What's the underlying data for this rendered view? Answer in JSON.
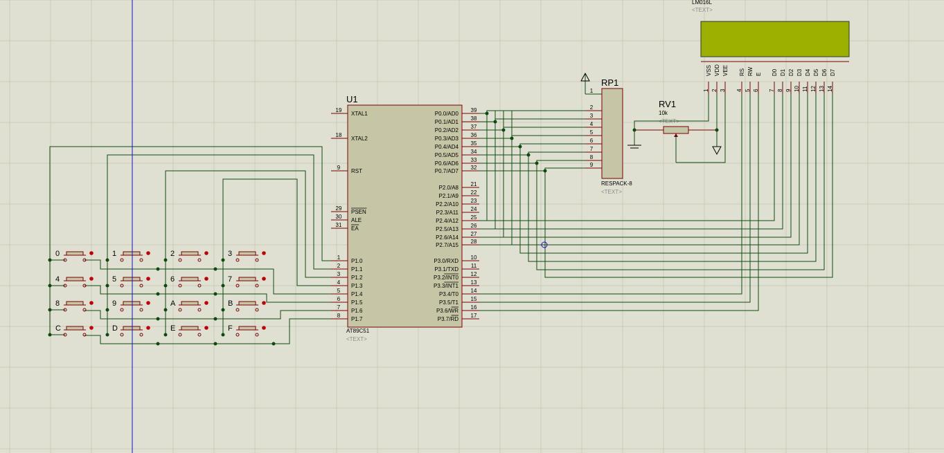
{
  "u1": {
    "ref": "U1",
    "part": "AT89C51",
    "text": "<TEXT>",
    "left_pins": [
      {
        "num": "19",
        "name": "XTAL1"
      },
      {
        "num": "18",
        "name": "XTAL2"
      },
      {
        "num": "9",
        "name": "RST"
      },
      {
        "num": "29",
        "name": "PSEN",
        "overbar": true
      },
      {
        "num": "30",
        "name": "ALE"
      },
      {
        "num": "31",
        "name": "EA",
        "overbar": true
      },
      {
        "num": "1",
        "name": "P1.0"
      },
      {
        "num": "2",
        "name": "P1.1"
      },
      {
        "num": "3",
        "name": "P1.2"
      },
      {
        "num": "4",
        "name": "P1.3"
      },
      {
        "num": "5",
        "name": "P1.4"
      },
      {
        "num": "6",
        "name": "P1.5"
      },
      {
        "num": "7",
        "name": "P1.6"
      },
      {
        "num": "8",
        "name": "P1.7"
      }
    ],
    "right_pins": [
      {
        "num": "39",
        "name": "P0.0/AD0"
      },
      {
        "num": "38",
        "name": "P0.1/AD1"
      },
      {
        "num": "37",
        "name": "P0.2/AD2"
      },
      {
        "num": "36",
        "name": "P0.3/AD3"
      },
      {
        "num": "35",
        "name": "P0.4/AD4"
      },
      {
        "num": "34",
        "name": "P0.5/AD5"
      },
      {
        "num": "33",
        "name": "P0.6/AD6"
      },
      {
        "num": "32",
        "name": "P0.7/AD7"
      },
      {
        "num": "21",
        "name": "P2.0/A8"
      },
      {
        "num": "22",
        "name": "P2.1/A9"
      },
      {
        "num": "23",
        "name": "P2.2/A10"
      },
      {
        "num": "24",
        "name": "P2.3/A11"
      },
      {
        "num": "25",
        "name": "P2.4/A12"
      },
      {
        "num": "26",
        "name": "P2.5/A13"
      },
      {
        "num": "27",
        "name": "P2.6/A14"
      },
      {
        "num": "28",
        "name": "P2.7/A15"
      },
      {
        "num": "10",
        "name": "P3.0/RXD"
      },
      {
        "num": "11",
        "name": "P3.1/TXD"
      },
      {
        "num": "12",
        "name": "P3.2/INT0",
        "overbar_part": "INT0"
      },
      {
        "num": "13",
        "name": "P3.3/INT1",
        "overbar_part": "INT1"
      },
      {
        "num": "14",
        "name": "P3.4/T0"
      },
      {
        "num": "15",
        "name": "P3.5/T1"
      },
      {
        "num": "16",
        "name": "P3.6/WR",
        "overbar_part": "WR"
      },
      {
        "num": "17",
        "name": "P3.7/RD",
        "overbar_part": "RD"
      }
    ]
  },
  "rp1": {
    "ref": "RP1",
    "part": "RESPACK-8",
    "text": "<TEXT>",
    "pins": [
      "1",
      "2",
      "3",
      "4",
      "5",
      "6",
      "7",
      "8",
      "9"
    ]
  },
  "rv1": {
    "ref": "RV1",
    "value": "10k",
    "text": "<TEXT>"
  },
  "lcd": {
    "part": "LM016L",
    "text": "<TEXT>",
    "screen_color": "#9cb000",
    "pins": [
      {
        "name": "VSS",
        "num": "1"
      },
      {
        "name": "VDD",
        "num": "2"
      },
      {
        "name": "VEE",
        "num": "3"
      },
      {
        "name": "RS",
        "num": "4"
      },
      {
        "name": "RW",
        "num": "5"
      },
      {
        "name": "E",
        "num": "6"
      },
      {
        "name": "D0",
        "num": "7"
      },
      {
        "name": "D1",
        "num": "8"
      },
      {
        "name": "D2",
        "num": "9"
      },
      {
        "name": "D3",
        "num": "10"
      },
      {
        "name": "D4",
        "num": "11"
      },
      {
        "name": "D5",
        "num": "12"
      },
      {
        "name": "D6",
        "num": "13"
      },
      {
        "name": "D7",
        "num": "14"
      }
    ]
  },
  "keypad": {
    "labels": [
      [
        "0",
        "1",
        "2",
        "3"
      ],
      [
        "4",
        "5",
        "6",
        "7"
      ],
      [
        "8",
        "9",
        "A",
        "B"
      ],
      [
        "C",
        "D",
        "E",
        "F"
      ]
    ]
  },
  "colors": {
    "background": "#e0e0d2",
    "grid": "#cbcbbb",
    "wire": "#0d4a0d",
    "body_fill": "#c6c6a6",
    "body_stroke": "#7a0000",
    "pin": "#7a0000",
    "cursor_line": "#1010d0",
    "hint_text": "#8a8a8a"
  }
}
